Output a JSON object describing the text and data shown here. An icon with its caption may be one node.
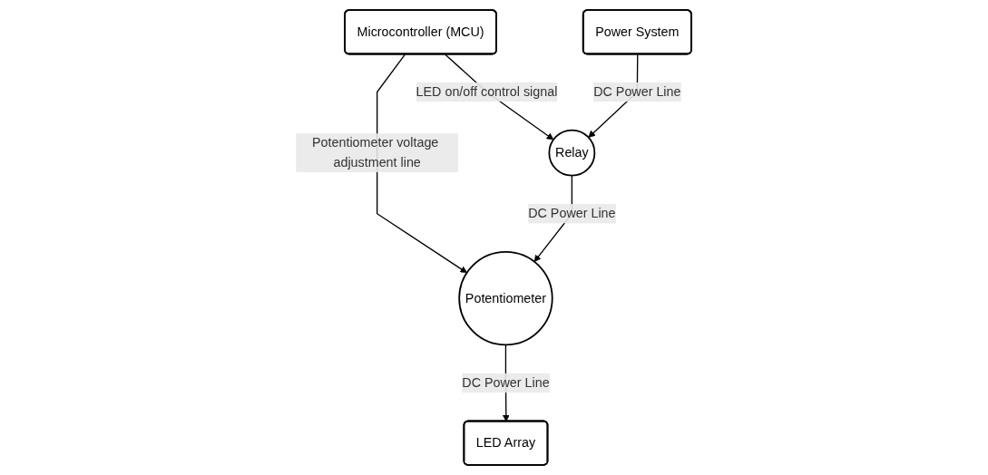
{
  "diagram": {
    "nodes": [
      {
        "text": [
          "Microcontroller (MCU)"
        ]
      },
      {
        "text": [
          "Power System"
        ]
      },
      {
        "text": [
          "Relay"
        ]
      },
      {
        "text": [
          "Potentiometer"
        ]
      },
      {
        "text": [
          "LED Array"
        ]
      }
    ],
    "edges": [
      {
        "from": 0,
        "to": 2,
        "arrow": "to",
        "label": "LED on/off control signal"
      },
      {
        "from": 0,
        "to": 3,
        "arrow": "to",
        "label": "Potentiometer voltage adjustment line"
      },
      {
        "from": 1,
        "to": 2,
        "arrow": "to",
        "label": "DC Power Line"
      },
      {
        "from": 2,
        "to": 3,
        "arrow": "to",
        "label": "DC Power Line"
      },
      {
        "from": 3,
        "to": 4,
        "arrow": "to",
        "label": "DC Power Line"
      }
    ]
  }
}
